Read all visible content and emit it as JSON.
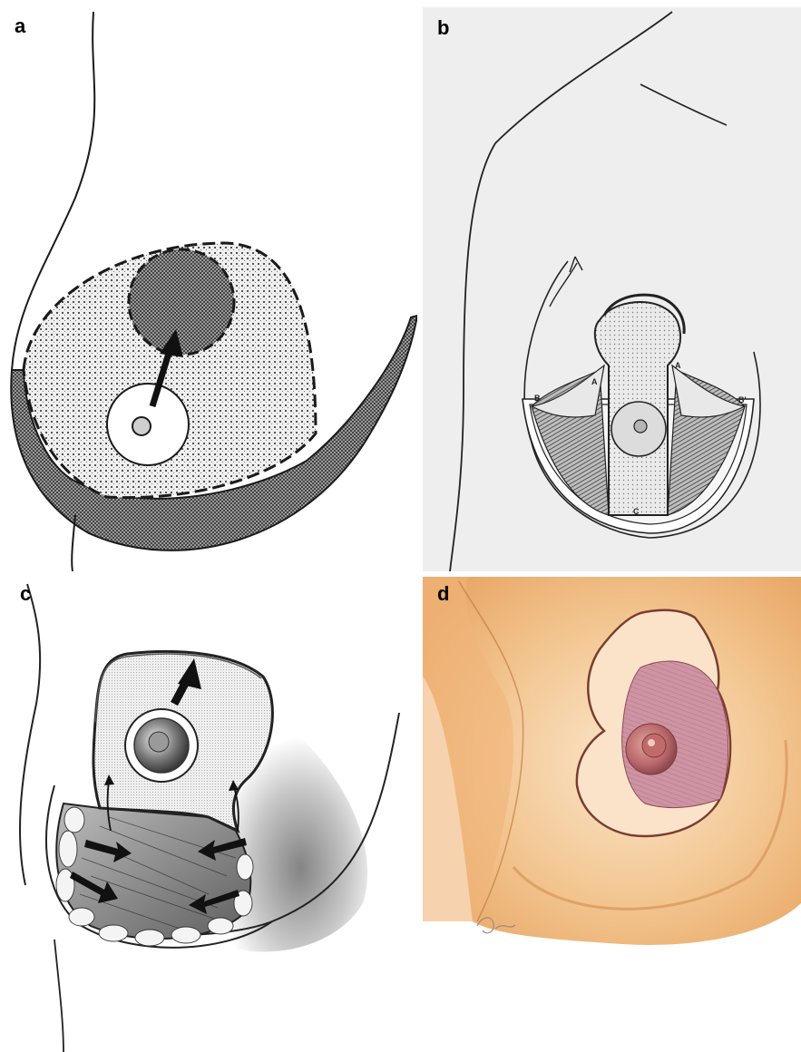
{
  "panels": [
    {
      "label": "a"
    },
    {
      "label": "b",
      "markers": [
        "A",
        "A",
        "B",
        "B'",
        "C"
      ]
    },
    {
      "label": "c"
    },
    {
      "label": "d"
    }
  ],
  "colors": {
    "line": "#1a1a1a",
    "stipple_fill": "#d9d9d9",
    "dark_fill": "#8a8a8a",
    "panel_b_bg": "#eeeeee",
    "skin": "#f1c08a",
    "skin_light": "#fbe6cd",
    "muscle": "#c98a9a",
    "areola": "#b8656a"
  }
}
